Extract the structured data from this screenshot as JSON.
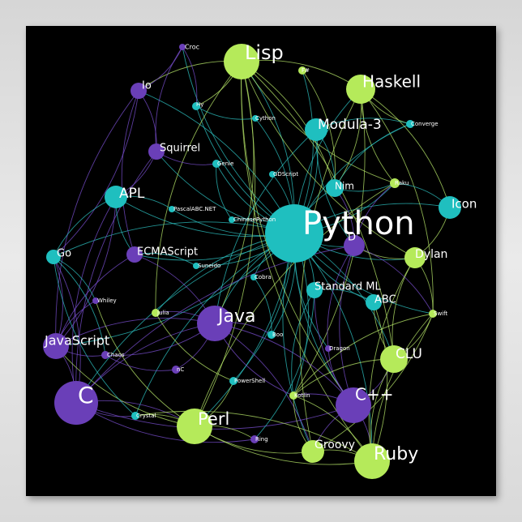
{
  "colors": {
    "background": "#000000",
    "frame": "#dcdcdc",
    "purple": "#6a3fb8",
    "teal": "#1fbfbf",
    "green": "#b5ea5a",
    "edge_teal": "#2ec4c4",
    "edge_green": "#b8e86a",
    "edge_purple": "#7a4fd0"
  },
  "nodes": [
    {
      "id": "python",
      "label": "Python",
      "color": "teal"
    },
    {
      "id": "lisp",
      "label": "Lisp",
      "color": "green"
    },
    {
      "id": "haskell",
      "label": "Haskell",
      "color": "green"
    },
    {
      "id": "modula3",
      "label": "Modula-3",
      "color": "teal"
    },
    {
      "id": "io",
      "label": "Io",
      "color": "purple"
    },
    {
      "id": "croc",
      "label": "Croc",
      "color": "purple"
    },
    {
      "id": "squirrel",
      "label": "Squirrel",
      "color": "purple"
    },
    {
      "id": "apl",
      "label": "APL",
      "color": "teal"
    },
    {
      "id": "go",
      "label": "Go",
      "color": "teal"
    },
    {
      "id": "ecmascript",
      "label": "ECMAScript",
      "color": "purple"
    },
    {
      "id": "java",
      "label": "Java",
      "color": "purple"
    },
    {
      "id": "javascript",
      "label": "JavaScript",
      "color": "purple"
    },
    {
      "id": "c",
      "label": "C",
      "color": "purple"
    },
    {
      "id": "perl",
      "label": "Perl",
      "color": "green"
    },
    {
      "id": "cpp",
      "label": "C++",
      "color": "purple"
    },
    {
      "id": "ruby",
      "label": "Ruby",
      "color": "green"
    },
    {
      "id": "groovy",
      "label": "Groovy",
      "color": "green"
    },
    {
      "id": "clu",
      "label": "CLU",
      "color": "green"
    },
    {
      "id": "abc",
      "label": "ABC",
      "color": "teal"
    },
    {
      "id": "standardml",
      "label": "Standard ML",
      "color": "teal"
    },
    {
      "id": "dylan",
      "label": "Dylan",
      "color": "green"
    },
    {
      "id": "icon",
      "label": "Icon",
      "color": "teal"
    },
    {
      "id": "d",
      "label": "D",
      "color": "purple"
    },
    {
      "id": "nim",
      "label": "Nim",
      "color": "teal"
    },
    {
      "id": "raku",
      "label": "Raku",
      "color": "green"
    },
    {
      "id": "converge",
      "label": "Converge",
      "color": "teal"
    },
    {
      "id": "hy",
      "label": "Hy",
      "color": "teal"
    },
    {
      "id": "cython",
      "label": "Cython",
      "color": "teal"
    },
    {
      "id": "genie",
      "label": "Genie",
      "color": "teal"
    },
    {
      "id": "gdscript",
      "label": "GDScript",
      "color": "teal"
    },
    {
      "id": "pascalabc",
      "label": "PascalABC.NET",
      "color": "teal"
    },
    {
      "id": "chinesepython",
      "label": "ChinesePython",
      "color": "teal"
    },
    {
      "id": "sneido",
      "label": "Suneido",
      "color": "teal"
    },
    {
      "id": "cobra",
      "label": "Cobra",
      "color": "teal"
    },
    {
      "id": "boo",
      "label": "Boo",
      "color": "teal"
    },
    {
      "id": "whiley",
      "label": "Whiley",
      "color": "purple"
    },
    {
      "id": "julia",
      "label": "Julia",
      "color": "green"
    },
    {
      "id": "chaos",
      "label": "Chaos",
      "color": "purple"
    },
    {
      "id": "nc",
      "label": "nC",
      "color": "purple"
    },
    {
      "id": "powershell",
      "label": "PowerShell",
      "color": "teal"
    },
    {
      "id": "crystal",
      "label": "Crystal",
      "color": "teal"
    },
    {
      "id": "ring",
      "label": "Ring",
      "color": "purple"
    },
    {
      "id": "kotlin",
      "label": "Kotlin",
      "color": "green"
    },
    {
      "id": "dragon",
      "label": "Dragon",
      "color": "purple"
    },
    {
      "id": "swift",
      "label": "Swift",
      "color": "green"
    },
    {
      "id": "fsharp",
      "label": "F#",
      "color": "green"
    }
  ],
  "edges": [
    [
      "python",
      "lisp"
    ],
    [
      "python",
      "haskell"
    ],
    [
      "python",
      "modula3"
    ],
    [
      "python",
      "apl"
    ],
    [
      "python",
      "go"
    ],
    [
      "python",
      "ecmascript"
    ],
    [
      "python",
      "java"
    ],
    [
      "python",
      "javascript"
    ],
    [
      "python",
      "c"
    ],
    [
      "python",
      "perl"
    ],
    [
      "python",
      "cpp"
    ],
    [
      "python",
      "ruby"
    ],
    [
      "python",
      "groovy"
    ],
    [
      "python",
      "clu"
    ],
    [
      "python",
      "abc"
    ],
    [
      "python",
      "standardml"
    ],
    [
      "python",
      "dylan"
    ],
    [
      "python",
      "icon"
    ],
    [
      "python",
      "d"
    ],
    [
      "python",
      "nim"
    ],
    [
      "python",
      "raku"
    ],
    [
      "python",
      "hy"
    ],
    [
      "python",
      "cython"
    ],
    [
      "python",
      "genie"
    ],
    [
      "python",
      "gdscript"
    ],
    [
      "python",
      "pascalabc"
    ],
    [
      "python",
      "chinesepython"
    ],
    [
      "python",
      "sneido"
    ],
    [
      "python",
      "cobra"
    ],
    [
      "python",
      "boo"
    ],
    [
      "python",
      "julia"
    ],
    [
      "python",
      "kotlin"
    ],
    [
      "python",
      "swift"
    ],
    [
      "python",
      "squirrel"
    ],
    [
      "python",
      "io"
    ],
    [
      "python",
      "converge"
    ],
    [
      "python",
      "fsharp"
    ],
    [
      "python",
      "powershell"
    ],
    [
      "python",
      "crystal"
    ],
    [
      "python",
      "croc"
    ],
    [
      "python",
      "dragon"
    ],
    [
      "lisp",
      "haskell"
    ],
    [
      "lisp",
      "io"
    ],
    [
      "lisp",
      "perl"
    ],
    [
      "lisp",
      "ruby"
    ],
    [
      "lisp",
      "clu"
    ],
    [
      "lisp",
      "dylan"
    ],
    [
      "lisp",
      "nim"
    ],
    [
      "lisp",
      "julia"
    ],
    [
      "lisp",
      "java"
    ],
    [
      "lisp",
      "cpp"
    ],
    [
      "lisp",
      "hy"
    ],
    [
      "lisp",
      "raku"
    ],
    [
      "haskell",
      "nim"
    ],
    [
      "haskell",
      "raku"
    ],
    [
      "haskell",
      "swift"
    ],
    [
      "haskell",
      "groovy"
    ],
    [
      "haskell",
      "kotlin"
    ],
    [
      "haskell",
      "converge"
    ],
    [
      "haskell",
      "icon"
    ],
    [
      "modula3",
      "java"
    ],
    [
      "modula3",
      "nim"
    ],
    [
      "modula3",
      "d"
    ],
    [
      "modula3",
      "converge"
    ],
    [
      "c",
      "cpp"
    ],
    [
      "c",
      "java"
    ],
    [
      "c",
      "go"
    ],
    [
      "c",
      "perl"
    ],
    [
      "c",
      "javascript"
    ],
    [
      "c",
      "squirrel"
    ],
    [
      "c",
      "crystal"
    ],
    [
      "c",
      "d"
    ],
    [
      "c",
      "ring"
    ],
    [
      "c",
      "apl"
    ],
    [
      "cpp",
      "java"
    ],
    [
      "cpp",
      "d"
    ],
    [
      "cpp",
      "clu"
    ],
    [
      "cpp",
      "ruby"
    ],
    [
      "cpp",
      "kotlin"
    ],
    [
      "cpp",
      "dragon"
    ],
    [
      "cpp",
      "groovy"
    ],
    [
      "cpp",
      "standardml"
    ],
    [
      "java",
      "javascript"
    ],
    [
      "java",
      "groovy"
    ],
    [
      "java",
      "kotlin"
    ],
    [
      "java",
      "boo"
    ],
    [
      "java",
      "julia"
    ],
    [
      "java",
      "chaos"
    ],
    [
      "java",
      "ecmascript"
    ],
    [
      "java",
      "nc"
    ],
    [
      "perl",
      "ruby"
    ],
    [
      "perl",
      "javascript"
    ],
    [
      "perl",
      "powershell"
    ],
    [
      "perl",
      "ring"
    ],
    [
      "perl",
      "crystal"
    ],
    [
      "perl",
      "raku"
    ],
    [
      "perl",
      "groovy"
    ],
    [
      "perl",
      "whiley"
    ],
    [
      "ruby",
      "groovy"
    ],
    [
      "ruby",
      "clu"
    ],
    [
      "ruby",
      "crystal"
    ],
    [
      "ruby",
      "swift"
    ],
    [
      "ruby",
      "kotlin"
    ],
    [
      "ruby",
      "dylan"
    ],
    [
      "ruby",
      "abc"
    ],
    [
      "javascript",
      "ecmascript"
    ],
    [
      "javascript",
      "go"
    ],
    [
      "javascript",
      "whiley"
    ],
    [
      "javascript",
      "chaos"
    ],
    [
      "javascript",
      "io"
    ],
    [
      "javascript",
      "apl"
    ],
    [
      "io",
      "squirrel"
    ],
    [
      "io",
      "croc"
    ],
    [
      "io",
      "go"
    ],
    [
      "io",
      "ecmascript"
    ],
    [
      "squirrel",
      "apl"
    ],
    [
      "squirrel",
      "genie"
    ],
    [
      "squirrel",
      "croc"
    ],
    [
      "apl",
      "go"
    ],
    [
      "apl",
      "pascalabc"
    ],
    [
      "apl",
      "ecmascript"
    ],
    [
      "go",
      "whiley"
    ],
    [
      "go",
      "crystal"
    ],
    [
      "go",
      "chaos"
    ],
    [
      "dylan",
      "clu"
    ],
    [
      "dylan",
      "swift"
    ],
    [
      "dylan",
      "icon"
    ],
    [
      "dylan",
      "d"
    ],
    [
      "clu",
      "swift"
    ],
    [
      "clu",
      "abc"
    ],
    [
      "clu",
      "kotlin"
    ],
    [
      "d",
      "swift"
    ],
    [
      "d",
      "nim"
    ],
    [
      "d",
      "raku"
    ],
    [
      "d",
      "dragon"
    ],
    [
      "standardml",
      "abc"
    ],
    [
      "standardml",
      "kotlin"
    ],
    [
      "standardml",
      "ring"
    ],
    [
      "nim",
      "raku"
    ],
    [
      "nim",
      "converge"
    ],
    [
      "icon",
      "raku"
    ],
    [
      "groovy",
      "kotlin"
    ],
    [
      "groovy",
      "swift"
    ],
    [
      "kotlin",
      "swift"
    ],
    [
      "hy",
      "cython"
    ],
    [
      "croc",
      "hy"
    ],
    [
      "genie",
      "chinesepython"
    ],
    [
      "fsharp",
      "nim"
    ],
    [
      "sneido",
      "ecmascript"
    ],
    [
      "cobra",
      "boo"
    ],
    [
      "julia",
      "powershell"
    ],
    [
      "nc",
      "chaos"
    ]
  ]
}
